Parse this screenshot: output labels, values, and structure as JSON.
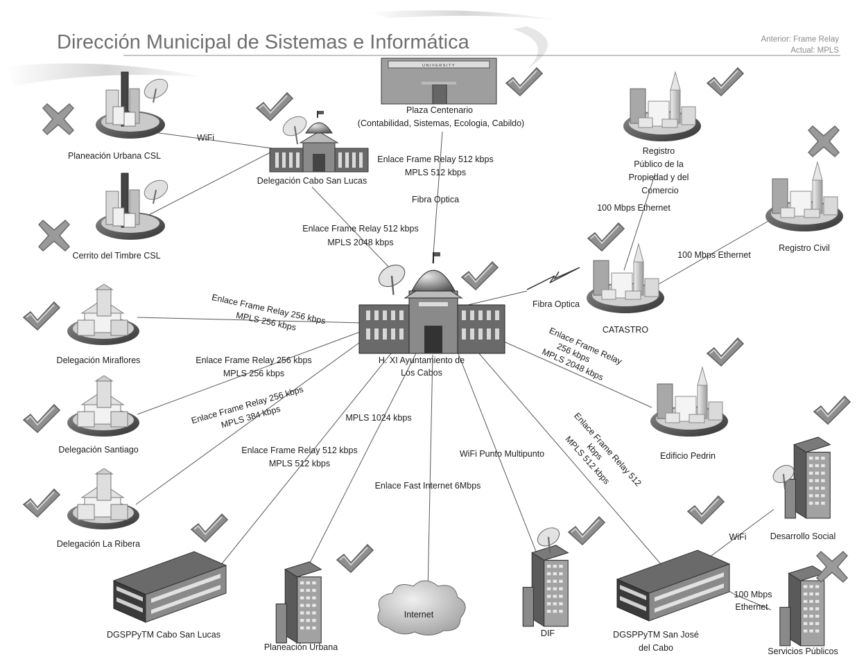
{
  "header": {
    "title": "Dirección Municipal de Sistemas e Informática",
    "legend_previous": "Anterior: Frame Relay",
    "legend_current": "Actual: MPLS"
  },
  "nodes": {
    "hub": {
      "line1": "H. XI Ayuntamiento de",
      "line2": "Los Cabos",
      "status": "check"
    },
    "plaza": {
      "line1": "Plaza Centenario",
      "line2": "(Contabilidad, Sistemas, Ecologia, Cabildo)",
      "banner": "UNIVERSITY",
      "status": "check"
    },
    "planeacion_csl": {
      "label": "Planeación Urbana CSL",
      "status": "cross"
    },
    "cerrito": {
      "label": "Cerrito del Timbre CSL",
      "status": "cross"
    },
    "deleg_csl": {
      "label": "Delegación Cabo San Lucas",
      "status": "check"
    },
    "registro_publico": {
      "lines": [
        "Registro",
        "Público de la",
        "Propiedad y del",
        "Comercio"
      ],
      "status": "check"
    },
    "registro_civil": {
      "label": "Registro Civil",
      "status": "cross"
    },
    "catastro": {
      "label": "CATASTRO",
      "status": "check"
    },
    "miraflores": {
      "label": "Delegación Miraflores",
      "status": "check"
    },
    "santiago": {
      "label": "Delegación Santiago",
      "status": "check"
    },
    "la_ribera": {
      "label": "Delegación La Ribera",
      "status": "check"
    },
    "pedrin": {
      "label": "Edificio Pedrin",
      "status": "check"
    },
    "desarrollo": {
      "label": "Desarrollo Social",
      "status": "check"
    },
    "dgsppytm_csl": {
      "label": "DGSPPyTM Cabo San Lucas",
      "status": "check"
    },
    "planeacion": {
      "label": "Planeación Urbana",
      "status": "check"
    },
    "internet": {
      "label": "Internet"
    },
    "dif": {
      "label": "DIF",
      "status": "check"
    },
    "dgsppytm_sjc": {
      "line1": "DGSPPyTM San José",
      "line2": "del Cabo",
      "status": "check"
    },
    "servicios": {
      "label": "Servicios Públicos",
      "status": "cross"
    }
  },
  "links": {
    "wifi_csl": "WiFi",
    "plaza_l1": "Enlace Frame Relay 512 kbps",
    "plaza_l2": "MPLS 512 kbps",
    "plaza_l3": "Fibra Optica",
    "csl_l1": "Enlace Frame Relay 512 kbps",
    "csl_l2": "MPLS 2048 kbps",
    "eth_registro_publico": "100 Mbps Ethernet",
    "eth_registro_civil": "100 Mbps Ethernet",
    "fibra_catastro": "Fibra Optica",
    "mira_l1": "Enlace Frame Relay 256 kbps",
    "mira_l2": "MPLS 256 kbps",
    "sant_l1": "Enlace Frame Relay 256 kbps",
    "sant_l2": "MPLS 256 kbps",
    "rib_l1": "Enlace Frame Relay 256 kbps",
    "rib_l2": "MPLS 384 kbps",
    "dg_l1": "Enlace Frame Relay 512 kbps",
    "dg_l2": "MPLS 512 kbps",
    "plan_l1": "MPLS 1024 kbps",
    "inet_l1": "Enlace Fast Internet 6Mbps",
    "dif_l1": "WiFi Punto Multipunto",
    "ped_l1": "Enlace Frame Relay",
    "ped_l2": "256 kbps",
    "ped_l3": "MPLS 2048 kbps",
    "sjc_l1": "Enlace Frame Relay 512",
    "sjc_l2": "kbps",
    "sjc_l3": "MPLS 512 kbps",
    "wifi_desarrollo": "WiFi",
    "eth_servicios_l1": "100 Mbps",
    "eth_servicios_l2": "Ethernet"
  },
  "colors": {
    "check": "#8e8e8e",
    "cross": "#9a9a9a",
    "building": "#9c9c9c",
    "ring": "#555555",
    "line": "#555555"
  }
}
